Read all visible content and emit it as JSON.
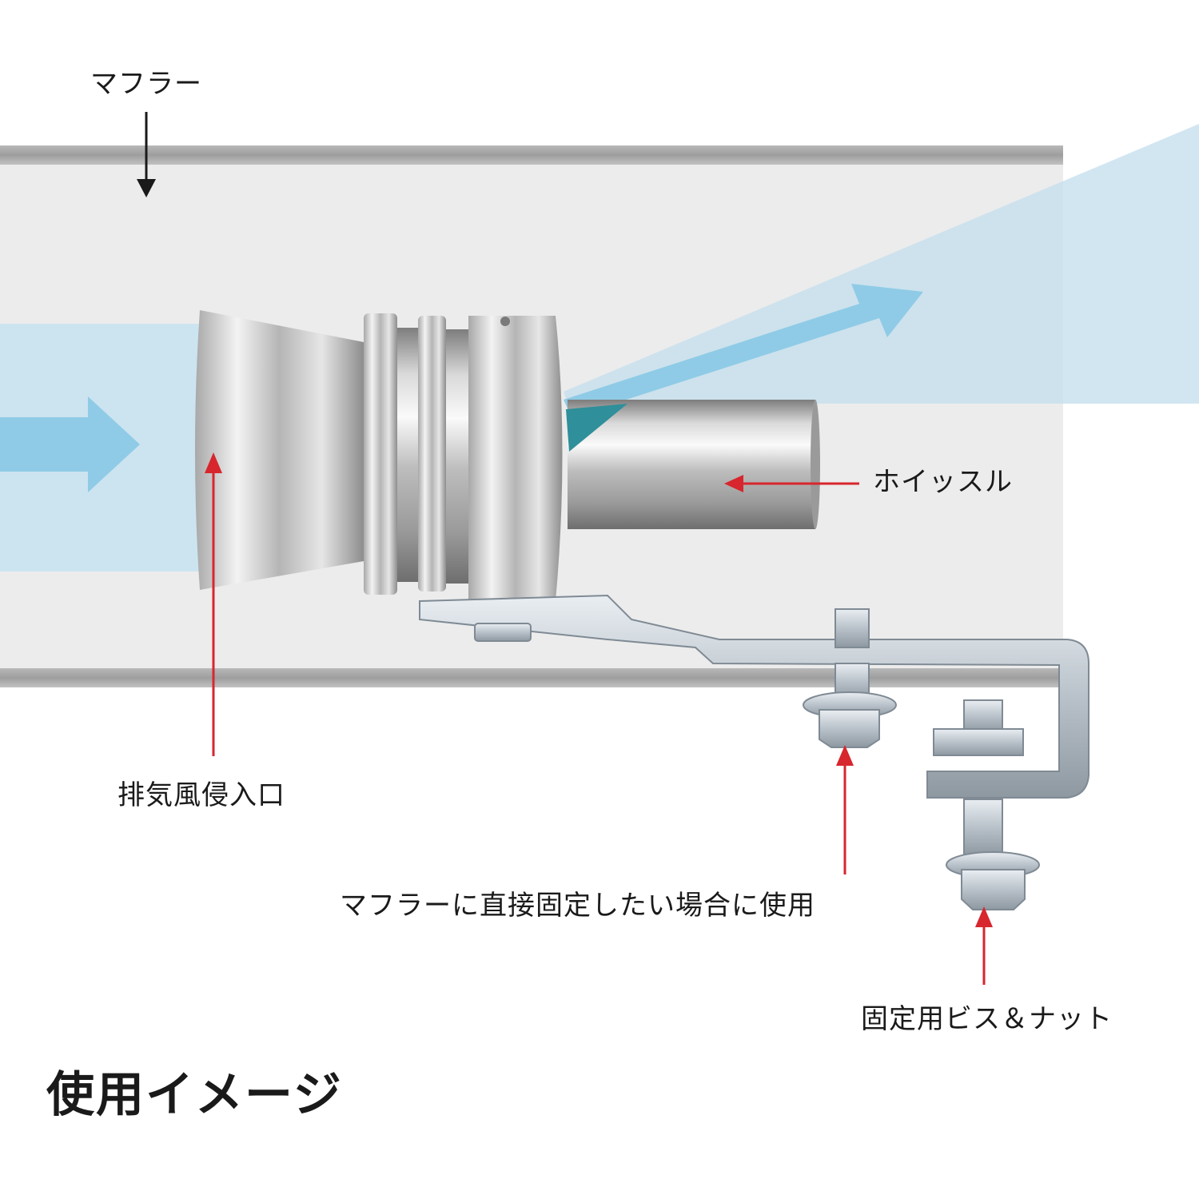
{
  "labels": {
    "muffler": "マフラー",
    "whistle": "ホイッスル",
    "inlet": "排気風侵入口",
    "direct_mount": "マフラーに直接固定したい場合に使用",
    "screw_nut": "固定用ビス＆ナット"
  },
  "caption": "使用イメージ",
  "colors": {
    "pipe_fill": "#ececec",
    "pipe_wall": "#a9a9a9",
    "flow": "#8fcbe6",
    "flow_light": "#cfe6f3",
    "pointer_red": "#d7262e",
    "pointer_black": "#1a1a1a",
    "chrome_dark": "#8c8c8c",
    "chrome_light": "#f4f4f4"
  },
  "icons": [
    "flow-arrow-icon",
    "whistle-image",
    "bracket-image",
    "screw-nut-image"
  ]
}
